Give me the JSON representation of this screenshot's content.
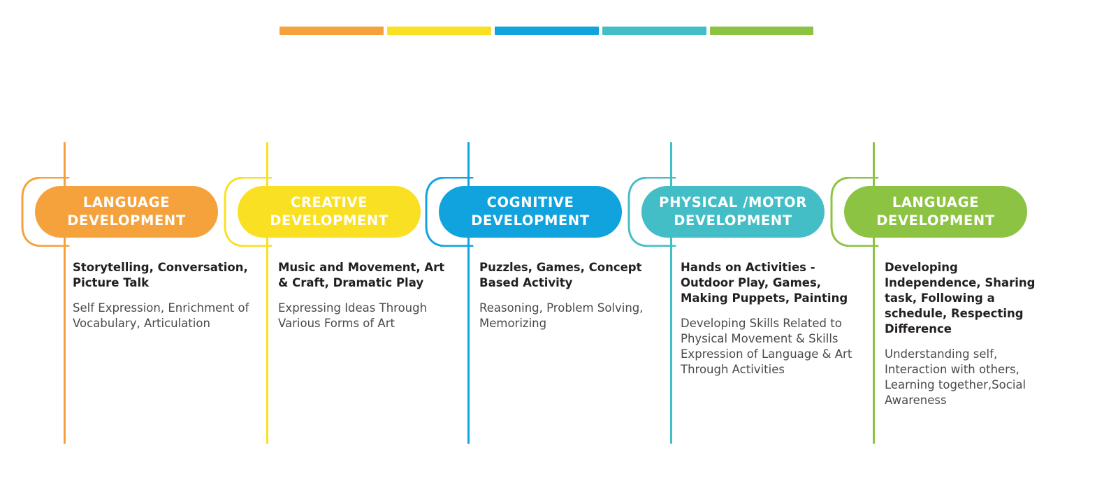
{
  "topbar": {
    "segments": [
      {
        "name": "orange",
        "color": "#F5A23C"
      },
      {
        "name": "yellow",
        "color": "#FAE022"
      },
      {
        "name": "blue",
        "color": "#10A3DE"
      },
      {
        "name": "teal",
        "color": "#44BEC6"
      },
      {
        "name": "green",
        "color": "#8CC342"
      }
    ]
  },
  "columns": [
    {
      "id": "language-development-orange",
      "color": "#F5A23C",
      "title": "LANGUAGE\nDEVELOPMENT",
      "lead": "Storytelling, Conversation, Picture Talk",
      "sub": "Self Expression, Enrichment of Vocabulary, Articulation"
    },
    {
      "id": "creative-development",
      "color": "#FAE022",
      "title": "CREATIVE\nDEVELOPMENT",
      "lead": "Music and Movement, Art & Craft, Dramatic Play",
      "sub": "Expressing Ideas Through Various Forms of Art"
    },
    {
      "id": "cognitive-development",
      "color": "#10A3DE",
      "title": "COGNITIVE\nDEVELOPMENT",
      "lead": "Puzzles, Games, Concept Based Activity",
      "sub": "Reasoning, Problem Solving, Memorizing"
    },
    {
      "id": "physical-motor-development",
      "color": "#44BEC6",
      "title": "PHYSICAL /MOTOR\nDEVELOPMENT",
      "lead": "Hands on Activities - Outdoor Play, Games, Making Puppets, Painting",
      "sub": "Developing Skills Related to Physical Movement & Skills Expression of Language & Art Through Activities"
    },
    {
      "id": "language-development-green",
      "color": "#8CC342",
      "title": "LANGUAGE\nDEVELOPMENT",
      "lead": "Developing Independence, Sharing task, Following a schedule, Respecting Difference",
      "sub": "Understanding self, Interaction with others, Learning together,Social Awareness"
    }
  ]
}
